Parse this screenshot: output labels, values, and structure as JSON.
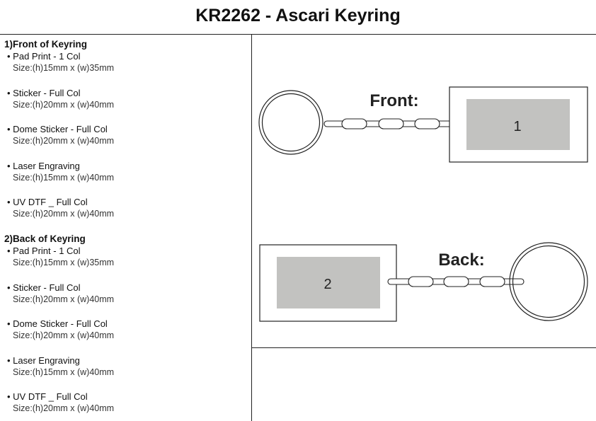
{
  "title": "KR2262 - Ascari Keyring",
  "sections": [
    {
      "heading": "1)Front of Keyring",
      "items": [
        {
          "name": "Pad Print - 1 Col",
          "size": "Size:(h)15mm x (w)35mm"
        },
        {
          "name": "Sticker - Full Col",
          "size": "Size:(h)20mm x (w)40mm"
        },
        {
          "name": "Dome Sticker - Full Col",
          "size": "Size:(h)20mm x (w)40mm"
        },
        {
          "name": "Laser Engraving",
          "size": "Size:(h)15mm x (w)40mm"
        },
        {
          "name": "UV DTF _ Full Col",
          "size": "Size:(h)20mm x (w)40mm"
        }
      ]
    },
    {
      "heading": "2)Back of Keyring",
      "items": [
        {
          "name": "Pad Print - 1 Col",
          "size": "Size:(h)15mm x (w)35mm"
        },
        {
          "name": "Sticker - Full Col",
          "size": "Size:(h)20mm x (w)40mm"
        },
        {
          "name": "Dome Sticker - Full Col",
          "size": "Size:(h)20mm x (w)40mm"
        },
        {
          "name": "Laser Engraving",
          "size": "Size:(h)15mm x (w)40mm"
        },
        {
          "name": "UV DTF _ Full Col",
          "size": "Size:(h)20mm x (w)40mm"
        }
      ]
    }
  ],
  "diagram": {
    "front_label": "Front:",
    "front_area": "1",
    "back_label": "Back:",
    "back_area": "2",
    "area_color": "#c2c2c0"
  }
}
